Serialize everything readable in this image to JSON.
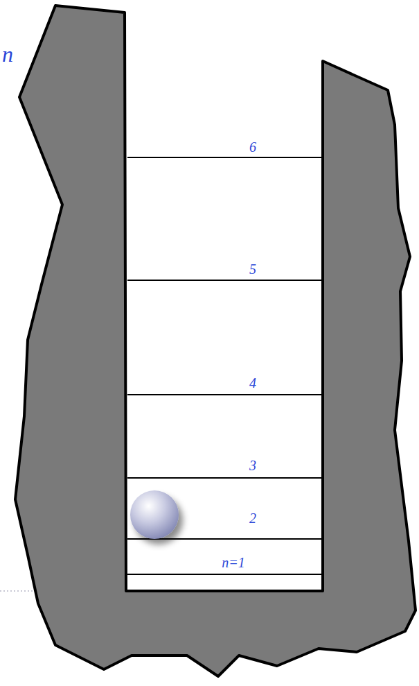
{
  "diagram": {
    "labels": [
      "n",
      "6",
      "5",
      "4",
      "3",
      "2",
      "n=1"
    ]
  }
}
